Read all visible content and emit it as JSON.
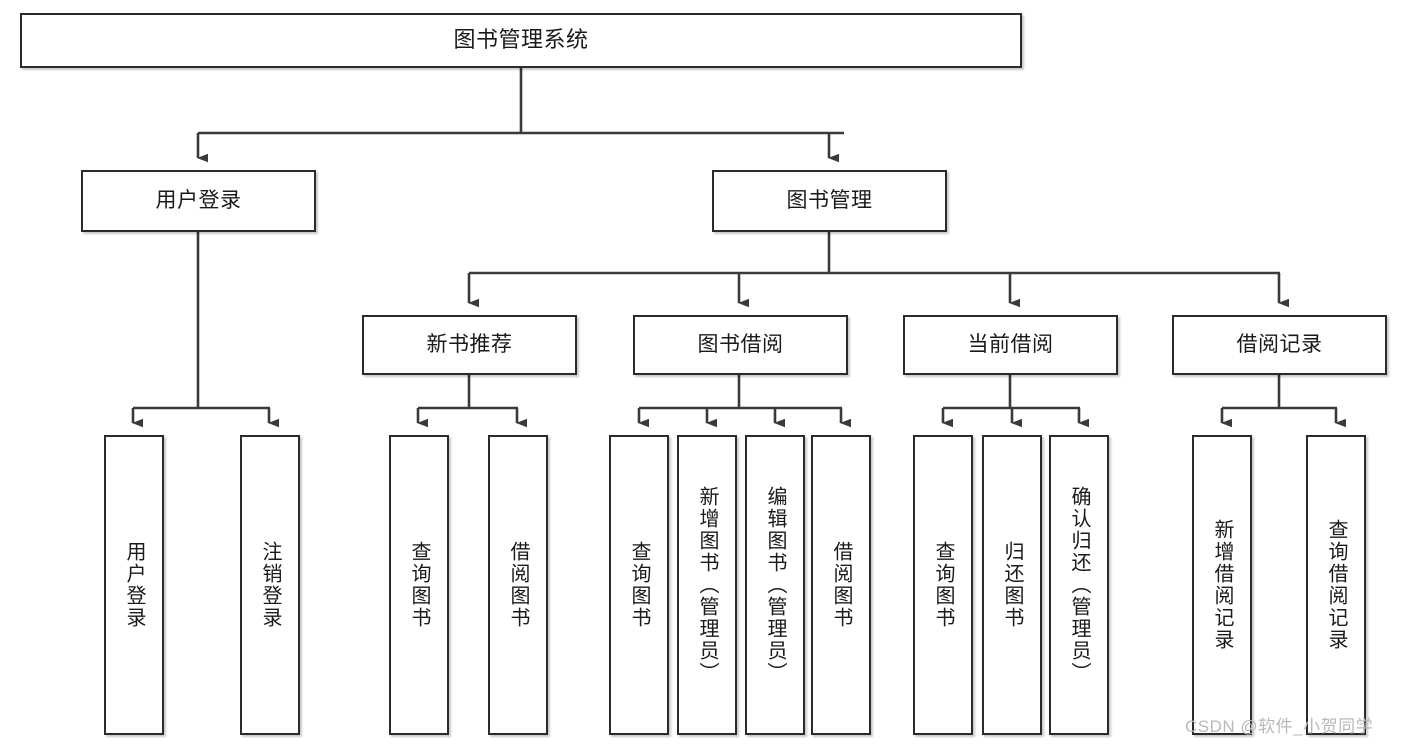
{
  "diagram": {
    "title": "图书管理系统",
    "type": "tree",
    "orientation": "top-down",
    "colors": {
      "box_border": "#2b2b2b",
      "box_fill": "#ffffff",
      "connector": "#3a3a3a",
      "watermark": "#b9b9b9"
    },
    "nodes": {
      "root": {
        "label": "图书管理系统",
        "level": 0
      },
      "user_login": {
        "label": "用户登录",
        "level": 1
      },
      "book_manage": {
        "label": "图书管理",
        "level": 1
      },
      "new_book_rec": {
        "label": "新书推荐",
        "level": 2
      },
      "book_borrow": {
        "label": "图书借阅",
        "level": 2
      },
      "current_borrow": {
        "label": "当前借阅",
        "level": 2
      },
      "borrow_record": {
        "label": "借阅记录",
        "level": 2
      },
      "leaf_user_login": {
        "label": "用户登录",
        "level": 2,
        "vertical": true
      },
      "leaf_user_logout": {
        "label": "注销登录",
        "level": 2,
        "vertical": true
      },
      "leaf_nb_query": {
        "label": "查询图书",
        "level": 3,
        "vertical": true
      },
      "leaf_nb_borrow": {
        "label": "借阅图书",
        "level": 3,
        "vertical": true
      },
      "leaf_bb_query": {
        "label": "查询图书",
        "level": 3,
        "vertical": true
      },
      "leaf_bb_add": {
        "label": "新增图书（管理员）",
        "level": 3,
        "vertical": true
      },
      "leaf_bb_edit": {
        "label": "编辑图书（管理员）",
        "level": 3,
        "vertical": true
      },
      "leaf_bb_borrow": {
        "label": "借阅图书",
        "level": 3,
        "vertical": true
      },
      "leaf_cb_query": {
        "label": "查询图书",
        "level": 3,
        "vertical": true
      },
      "leaf_cb_return": {
        "label": "归还图书",
        "level": 3,
        "vertical": true
      },
      "leaf_cb_confirm": {
        "label": "确认归还（管理员）",
        "level": 3,
        "vertical": true
      },
      "leaf_br_add": {
        "label": "新增借阅记录",
        "level": 3,
        "vertical": true
      },
      "leaf_br_query": {
        "label": "查询借阅记录",
        "level": 3,
        "vertical": true
      }
    },
    "edges": [
      {
        "from": "root",
        "to": "user_login"
      },
      {
        "from": "root",
        "to": "book_manage"
      },
      {
        "from": "user_login",
        "to": "leaf_user_login"
      },
      {
        "from": "user_login",
        "to": "leaf_user_logout"
      },
      {
        "from": "book_manage",
        "to": "new_book_rec"
      },
      {
        "from": "book_manage",
        "to": "book_borrow"
      },
      {
        "from": "book_manage",
        "to": "current_borrow"
      },
      {
        "from": "book_manage",
        "to": "borrow_record"
      },
      {
        "from": "new_book_rec",
        "to": "leaf_nb_query"
      },
      {
        "from": "new_book_rec",
        "to": "leaf_nb_borrow"
      },
      {
        "from": "book_borrow",
        "to": "leaf_bb_query"
      },
      {
        "from": "book_borrow",
        "to": "leaf_bb_add"
      },
      {
        "from": "book_borrow",
        "to": "leaf_bb_edit"
      },
      {
        "from": "book_borrow",
        "to": "leaf_bb_borrow"
      },
      {
        "from": "current_borrow",
        "to": "leaf_cb_query"
      },
      {
        "from": "current_borrow",
        "to": "leaf_cb_return"
      },
      {
        "from": "current_borrow",
        "to": "leaf_cb_confirm"
      },
      {
        "from": "borrow_record",
        "to": "leaf_br_add"
      },
      {
        "from": "borrow_record",
        "to": "leaf_br_query"
      }
    ]
  },
  "watermark": {
    "text": "CSDN @软件_小贺同学"
  }
}
